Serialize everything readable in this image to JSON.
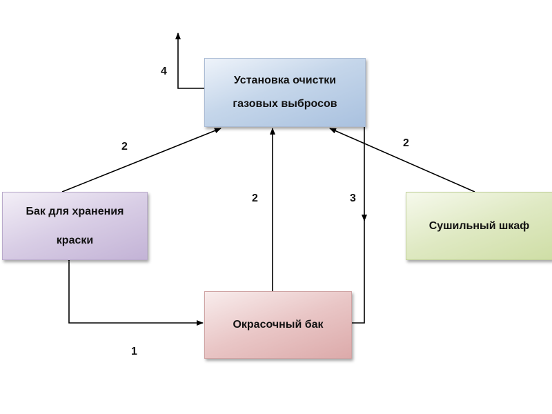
{
  "nodes": {
    "gas_cleaning": [
      "Установка очистки",
      "газовых выбросов"
    ],
    "paint_storage": [
      "Бак для хранения",
      "краски"
    ],
    "drying_cabinet": "Сушильный шкаф",
    "paint_tank": "Окрасочный бак"
  },
  "edge_labels": {
    "exhaust": "4",
    "storage_to_cleaning": "2",
    "tank_to_cleaning": "2",
    "cleaning_to_tank": "3",
    "dryer_to_cleaning": "2",
    "storage_tank": "1"
  }
}
